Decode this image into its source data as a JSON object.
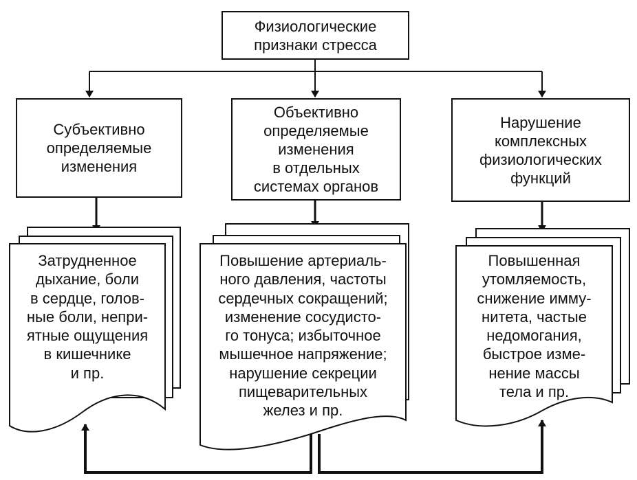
{
  "diagram": {
    "root": {
      "lines": [
        "Физиологические",
        "признаки стресса"
      ]
    },
    "categories": [
      {
        "lines": [
          "Субъективно",
          "определяемые",
          "изменения"
        ]
      },
      {
        "lines": [
          "Объективно",
          "определяемые",
          "изменения",
          "в отдельных",
          "системах органов"
        ]
      },
      {
        "lines": [
          "Нарушение",
          "комплексных",
          "физиологических",
          "функций"
        ]
      }
    ],
    "details": [
      {
        "lines": [
          "Затрудненное",
          "дыхание, боли",
          "в сердце, голов-",
          "ные боли, непри-",
          "ятные ощущения",
          "в кишечнике",
          "и пр."
        ]
      },
      {
        "lines": [
          "Повышение артериаль-",
          "ного давления, частоты",
          "сердечных сокращений;",
          "изменение сосудисто-",
          "го тонуса; избыточное",
          "мышечное напряжение;",
          "нарушение секреции",
          "пищеварительных",
          "желез и пр."
        ]
      },
      {
        "lines": [
          "Повышенная",
          "утомляемость,",
          "снижение имму-",
          "нитета, частые",
          "недомогания,",
          "быстрое изме-",
          "нение массы",
          "тела и пр."
        ]
      }
    ]
  }
}
